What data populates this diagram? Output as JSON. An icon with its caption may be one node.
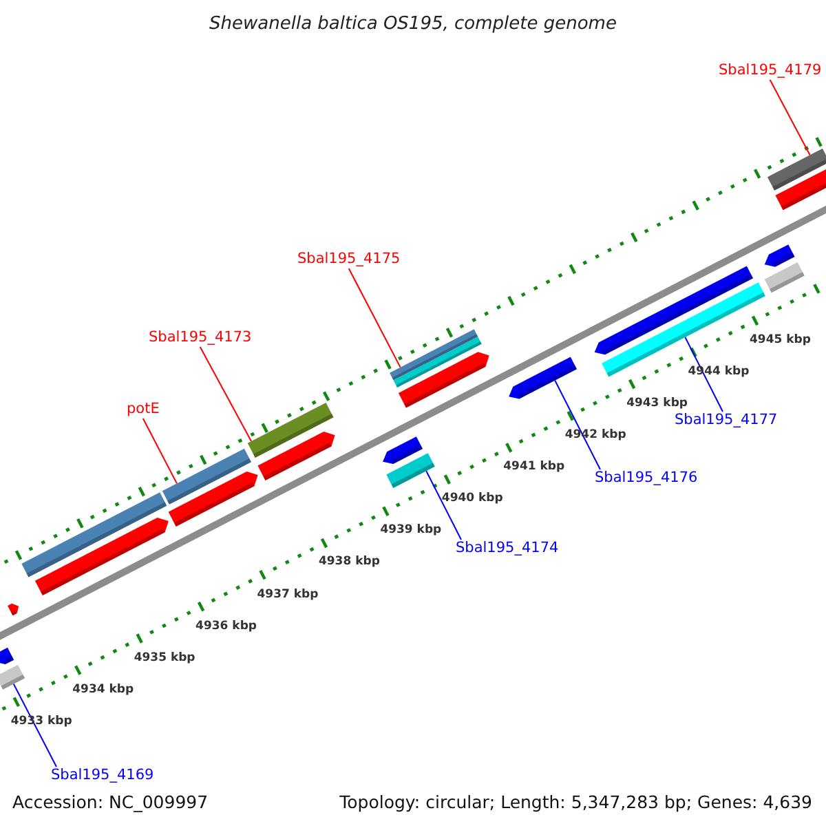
{
  "diagram": {
    "title": "Shewanella baltica OS195, complete genome",
    "nodes": [
      {
        "text": [
          "Sbal195_4179"
        ]
      },
      {
        "text": [
          "Sbal195_4175"
        ]
      },
      {
        "text": [
          "Sbal195_4173"
        ]
      },
      {
        "text": [
          "potE"
        ]
      },
      {
        "text": [
          "Sbal195_4177"
        ]
      },
      {
        "text": [
          "Sbal195_4176"
        ]
      },
      {
        "text": [
          "Sbal195_4174"
        ]
      },
      {
        "text": [
          "Sbal195_4169"
        ]
      },
      {
        "text": [],
        "shape": "bar"
      },
      {
        "text": [],
        "shape": "bar"
      },
      {
        "text": [],
        "shape": "bar"
      },
      {
        "text": [],
        "shape": "bar"
      },
      {
        "text": [],
        "shape": "bar"
      },
      {
        "text": [],
        "shape": "bar"
      },
      {
        "text": [],
        "shape": "bar"
      },
      {
        "text": [],
        "shape": "bar"
      }
    ],
    "edges": [
      {
        "from": 0,
        "to": 15,
        "arrow": "none"
      },
      {
        "from": 1,
        "to": 12,
        "arrow": "none"
      },
      {
        "from": 2,
        "to": 10,
        "arrow": "none"
      },
      {
        "from": 3,
        "to": 9,
        "arrow": "none"
      },
      {
        "from": 4,
        "to": 14,
        "arrow": "none",
        "color": "#0000ff"
      },
      {
        "from": 5,
        "to": 13,
        "arrow": "none",
        "color": "#0000ff"
      },
      {
        "from": 6,
        "to": 11,
        "arrow": "none",
        "color": "#0000ff"
      },
      {
        "from": 7,
        "to": 8,
        "arrow": "none",
        "color": "#0000ff"
      }
    ],
    "labels": [
      "4933 kbp",
      "4934 kbp",
      "4935 kbp",
      "4936 kbp",
      "4937 kbp",
      "4938 kbp",
      "4939 kbp",
      "4940 kbp",
      "4941 kbp",
      "4942 kbp",
      "4943 kbp",
      "4944 kbp",
      "4945 kbp",
      "Accession: NC_009997",
      "Topology: circular; Length: 5,347,283 bp; Genes: 4,639"
    ]
  }
}
